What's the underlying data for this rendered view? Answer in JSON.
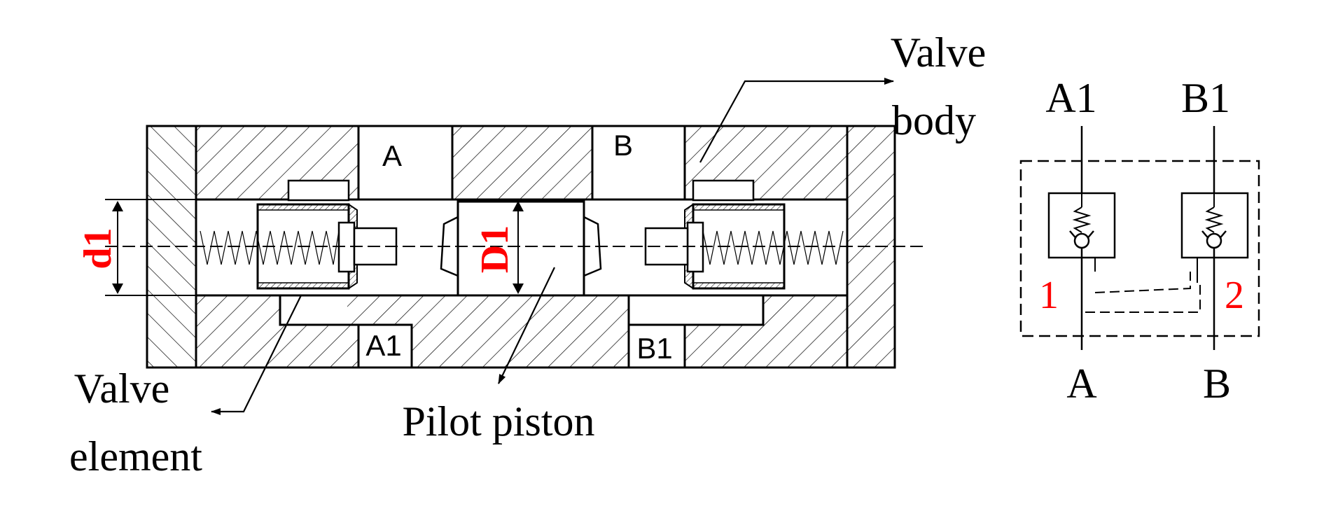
{
  "callouts": {
    "valve_body_line1": "Valve",
    "valve_body_line2": "body",
    "valve_element_line1": "Valve",
    "valve_element_line2": "element",
    "pilot_piston": "Pilot piston"
  },
  "ports": {
    "a": "A",
    "b": "B",
    "a1": "A1",
    "b1": "B1"
  },
  "dimensions": {
    "d1": "d1",
    "D1": "D1"
  },
  "schematic": {
    "a1": "A1",
    "b1": "B1",
    "a": "A",
    "b": "B",
    "valve1": "1",
    "valve2": "2"
  },
  "colors": {
    "line": "#000000",
    "highlight": "#ff0000",
    "background": "#ffffff"
  }
}
